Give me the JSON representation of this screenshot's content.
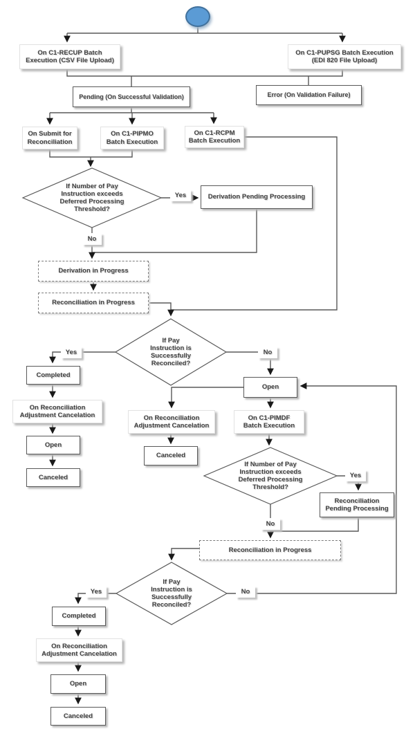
{
  "diagram": {
    "kind": "flowchart",
    "description": "Pay instruction reconciliation status lifecycle flowchart"
  },
  "colors": {
    "start_fill": "#5b9bd5",
    "start_stroke": "#41719c",
    "line": "#595959",
    "text": "#3f3f3f"
  },
  "nodes": {
    "recup": {
      "label": "On C1-RECUP Batch\nExecution (CSV File Upload)"
    },
    "pupsg": {
      "label": "On C1-PUPSG Batch Execution\n(EDI 820 File Upload)"
    },
    "pending": {
      "label": "Pending (On Successful Validation)"
    },
    "error": {
      "label": "Error (On Validation Failure)"
    },
    "submit": {
      "label": "On Submit for\nReconciliation"
    },
    "pipmo": {
      "label": "On C1-PIPMO\nBatch Execution"
    },
    "rcpm": {
      "label": "On C1-RCPM\nBatch Execution"
    },
    "d1": {
      "label": "If Number of Pay\nInstruction exceeds\nDeferred Processing\nThreshold?"
    },
    "dpp": {
      "label": "Derivation Pending Processing"
    },
    "dip": {
      "label": "Derivation in Progress"
    },
    "rip1": {
      "label": "Reconciliation in Progress"
    },
    "d2": {
      "label": "If Pay\nInstruction is\nSuccessfully\nReconciled?"
    },
    "completed1": {
      "label": "Completed"
    },
    "orac1": {
      "label": "On Reconciliation\nAdjustment Cancelation"
    },
    "open1": {
      "label": "Open"
    },
    "canceled1": {
      "label": "Canceled"
    },
    "open2": {
      "label": "Open"
    },
    "orac2": {
      "label": "On Reconciliation\nAdjustment Cancelation"
    },
    "canceled2": {
      "label": "Canceled"
    },
    "pimdf": {
      "label": "On C1-PIMDF\nBatch Execution"
    },
    "d3": {
      "label": "If Number of Pay\nInstruction exceeds\nDeferred Processing\nThreshold?"
    },
    "rpp": {
      "label": "Reconciliation\nPending Processing"
    },
    "rip2": {
      "label": "Reconciliation in Progress"
    },
    "d4": {
      "label": "If Pay\nInstruction is\nSuccessfully\nReconciled?"
    },
    "completed2": {
      "label": "Completed"
    },
    "orac3": {
      "label": "On Reconciliation\nAdjustment Cancelation"
    },
    "open3": {
      "label": "Open"
    },
    "canceled3": {
      "label": "Canceled"
    }
  },
  "labels": {
    "d1_yes": "Yes",
    "d1_no": "No",
    "d2_yes": "Yes",
    "d2_no": "No",
    "d3_yes": "Yes",
    "d3_no": "No",
    "d4_yes": "Yes",
    "d4_no": "No"
  }
}
